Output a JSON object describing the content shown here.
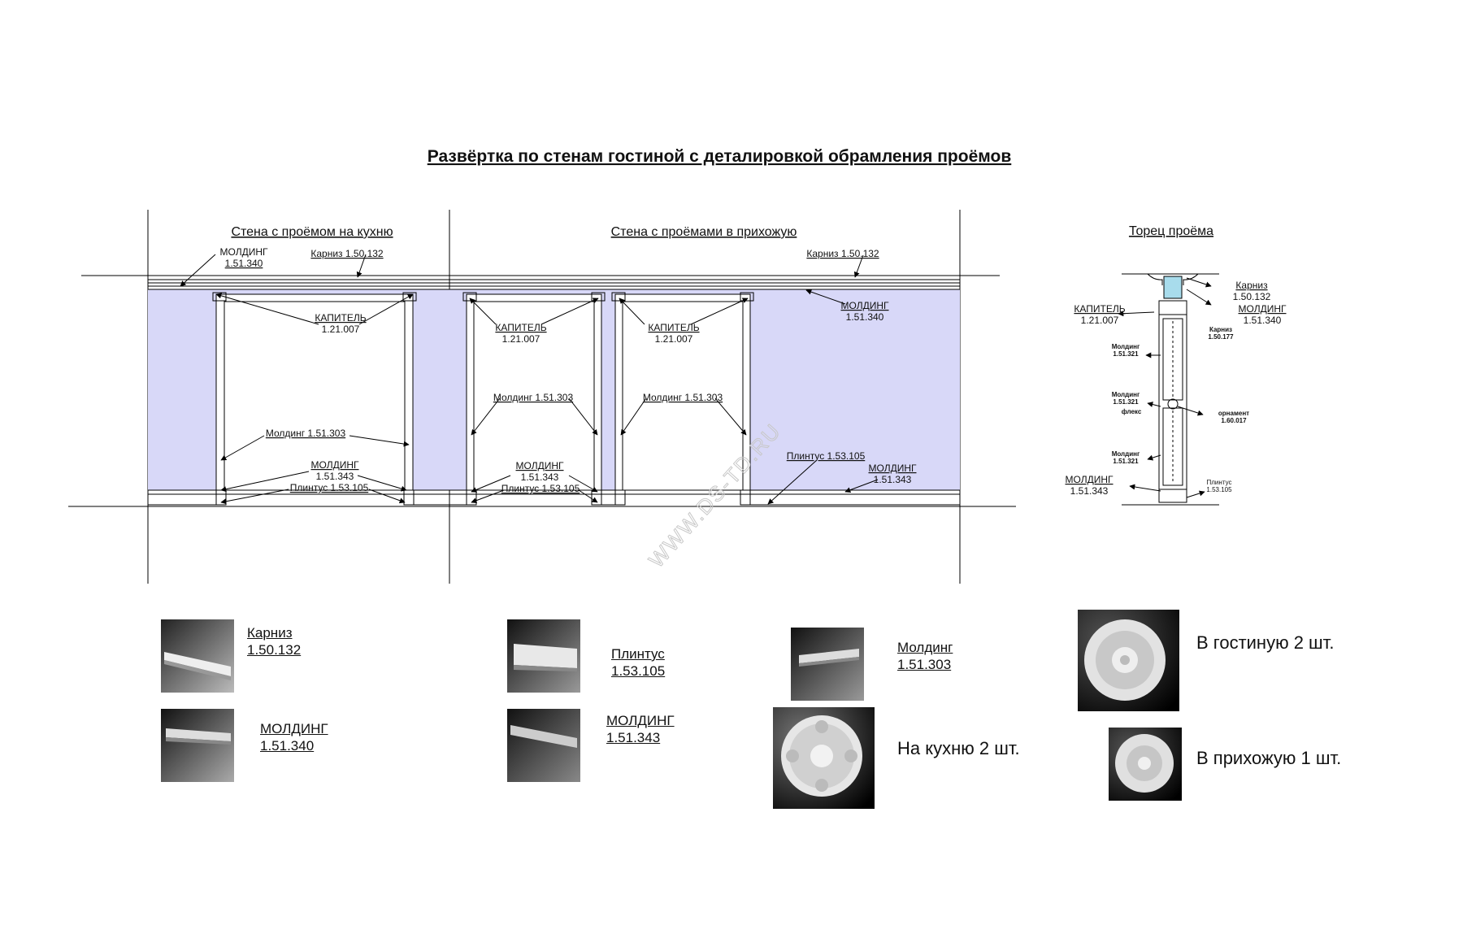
{
  "title": "Развёртка по стенам гостиной с деталировкой обрамления проёмов",
  "watermark": "WWW.DS-TD.RU",
  "colors": {
    "wall_fill": "#d8d8f8",
    "line": "#000000"
  },
  "wall1": {
    "heading": "Стена  с проёмом на кухню",
    "molding_top": "МОЛДИНГ",
    "molding_top_code": "1.51.340",
    "cornice": "Карниз  1.50.132",
    "capital": "КАПИТЕЛЬ",
    "capital_code": "1.21.007",
    "molding_side": "Молдинг  1.51.303",
    "molding_bottom": "МОЛДИНГ",
    "molding_bottom_code": "1.51.343",
    "plinth": "Плинтус 1.53.105"
  },
  "wall2": {
    "heading": "Стена  с проёмами  в прихожую",
    "cornice": "Карниз   1.50.132",
    "molding_top": "МОЛДИНГ",
    "molding_top_code": "1.51.340",
    "door1": {
      "capital": "КАПИТЕЛЬ",
      "capital_code": "1.21.007",
      "molding_side": "Молдинг  1.51.303",
      "molding_bottom": "МОЛДИНГ",
      "molding_bottom_code": "1.51.343",
      "plinth": "Плинтус 1.53.105"
    },
    "door2": {
      "capital": "КАПИТЕЛЬ",
      "capital_code": "1.21.007",
      "molding_side": "Молдинг  1.51.303"
    },
    "plinth": "Плинтус 1.53.105",
    "molding_bottom": "МОЛДИНГ",
    "molding_bottom_code": "1.51.343"
  },
  "section": {
    "heading": "Торец проёма",
    "cornice": "Карниз",
    "cornice_code": "1.50.132",
    "molding_top": "МОЛДИНГ",
    "molding_top_code": "1.51.340",
    "capital": "КАПИТЕЛЬ",
    "capital_code": "1.21.007",
    "cornice2": "Карниз",
    "cornice2_code": "1.50.177",
    "molding_a": "Молдинг",
    "molding_a_code": "1.51.321",
    "molding_b": "Молдинг",
    "molding_b_code": "1.51.321",
    "flex": "флекс",
    "ornament": "орнамент",
    "ornament_code": "1.60.017",
    "molding_c": "Молдинг",
    "molding_c_code": "1.51.321",
    "molding_bottom": "МОЛДИНГ",
    "molding_bottom_code": "1.51.343",
    "plinth": "Плинтус",
    "plinth_code": "1.53.105"
  },
  "products": {
    "cornice": {
      "name": "Карниз",
      "code": "1.50.132"
    },
    "plinth": {
      "name": "Плинтус",
      "code": "1.53.105"
    },
    "molding_303": {
      "name": "Молдинг",
      "code": "1.51.303"
    },
    "molding_340": {
      "name": "МОЛДИНГ",
      "code": "1.51.340"
    },
    "molding_343": {
      "name": "МОЛДИНГ",
      "code": "1.51.343"
    },
    "rosette_kitchen": "На кухню 2 шт.",
    "rosette_living": "В гостиную  2 шт.",
    "rosette_hall": "В прихожую   1 шт."
  }
}
